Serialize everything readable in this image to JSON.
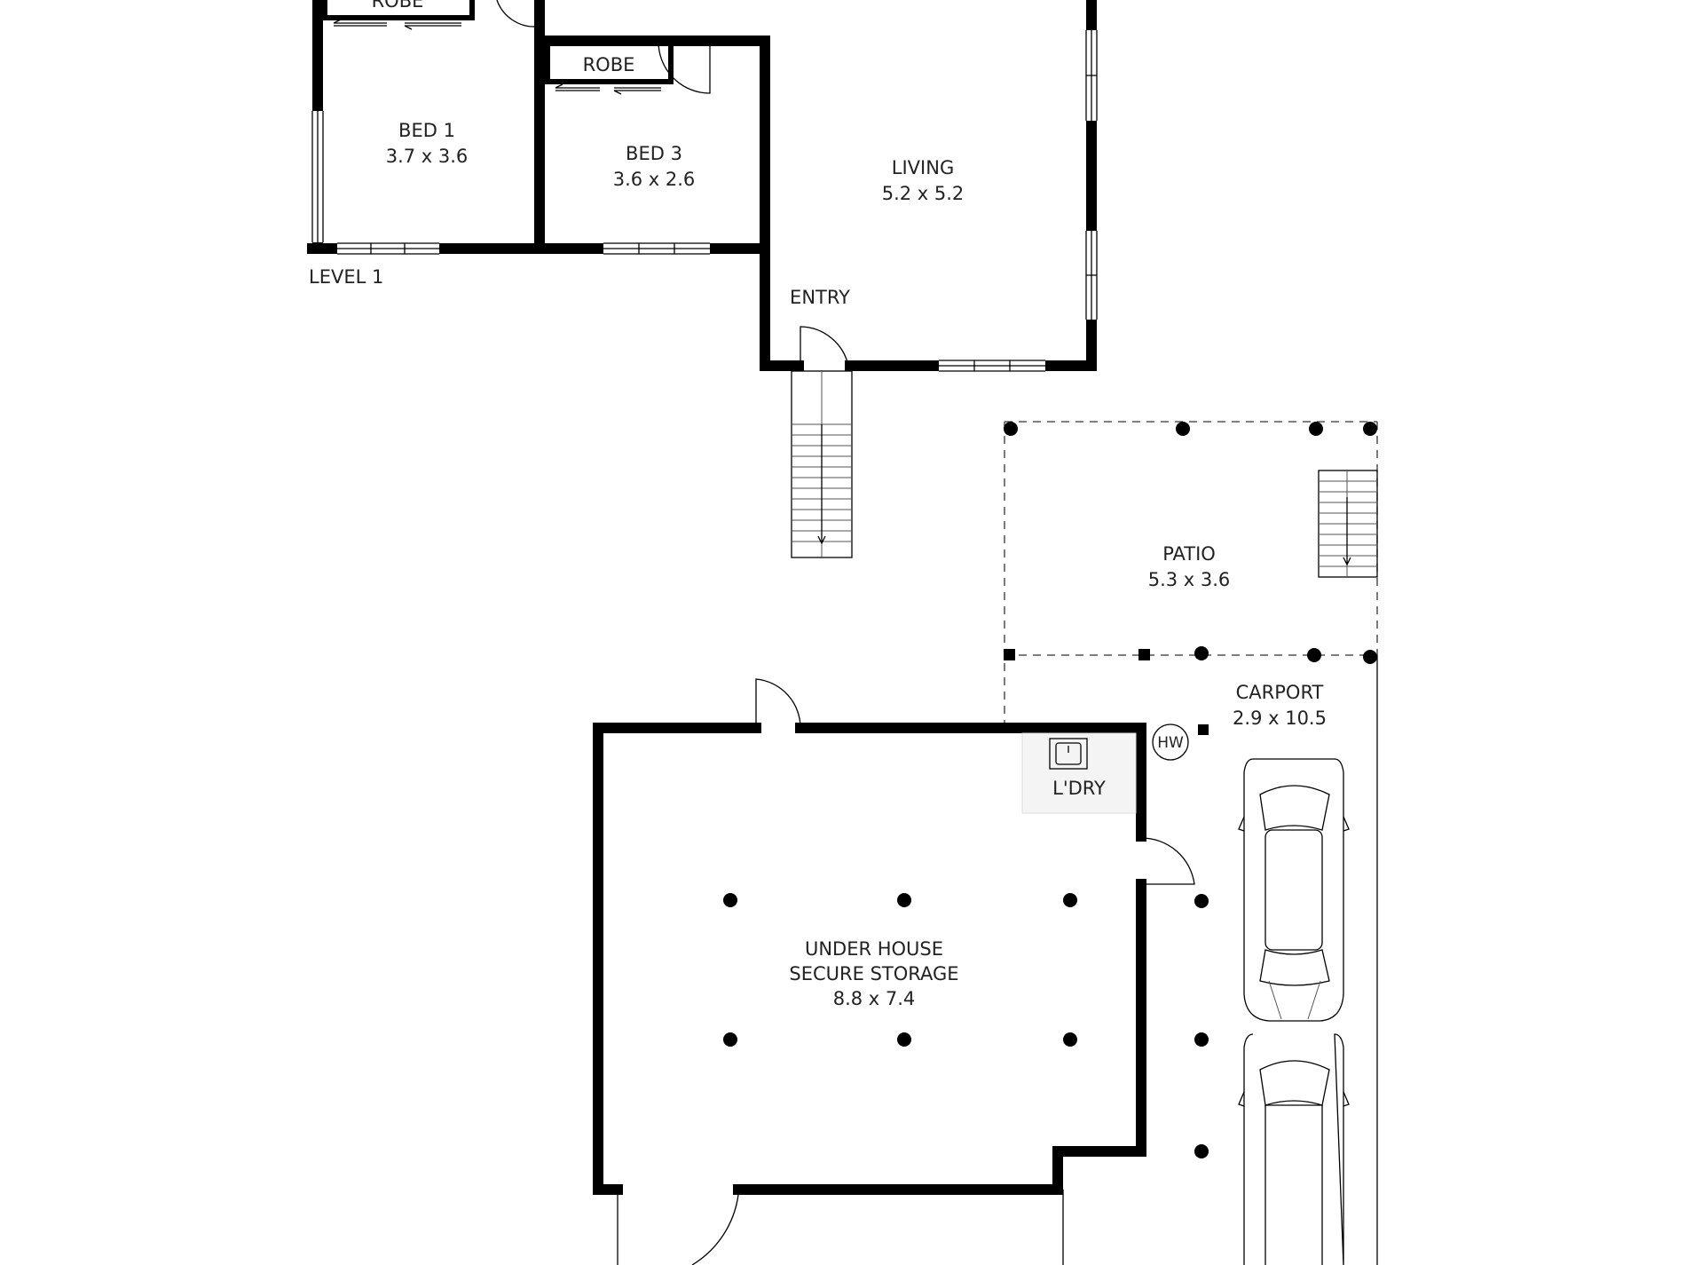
{
  "colors": {
    "wall": "#000000",
    "text": "#222222",
    "background": "#ffffff"
  },
  "labels": {
    "level": "LEVEL 1",
    "robe_1": "ROBE",
    "robe_2": "ROBE",
    "entry": "ENTRY",
    "laundry": "L'DRY",
    "hot_water": "HW"
  },
  "rooms": {
    "bed1": {
      "name": "BED 1",
      "size": "3.7 x 3.6"
    },
    "bed3": {
      "name": "BED 3",
      "size": "3.6 x 2.6"
    },
    "living": {
      "name": "LIVING",
      "size": "5.2 x 5.2"
    },
    "patio": {
      "name": "PATIO",
      "size": "5.3 x 3.6"
    },
    "carport": {
      "name": "CARPORT",
      "size": "2.9 x 10.5"
    },
    "storage": {
      "name_line1": "UNDER HOUSE",
      "name_line2": "SECURE STORAGE",
      "size": "8.8 x 7.4"
    }
  }
}
